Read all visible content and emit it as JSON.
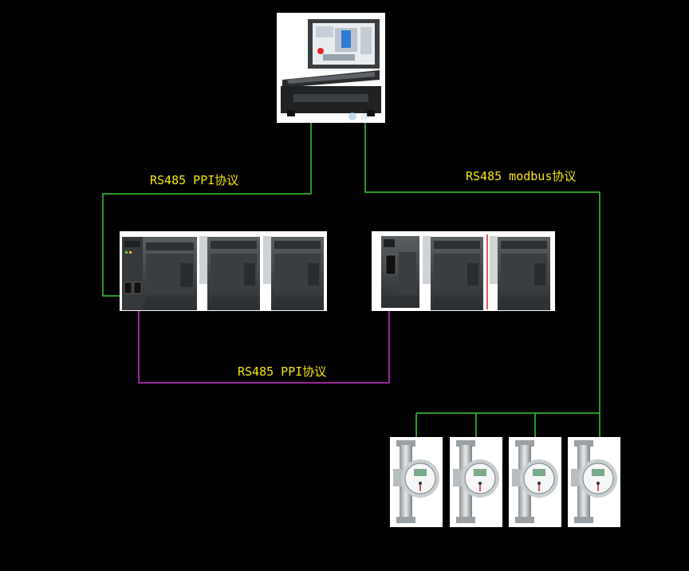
{
  "labels": {
    "left_link": "RS485 PPI协议",
    "right_link": "RS485 modbus协议",
    "plc_link": "RS485 PPI协议"
  },
  "colors": {
    "background": "#000000",
    "green_bus": "#33cc33",
    "magenta_bus": "#cc33cc",
    "label_text": "#f5e60a"
  },
  "devices": {
    "computer": "industrial-laptop",
    "plc_left_modules": 3,
    "plc_right_modules": 3,
    "flowmeters": 4
  }
}
